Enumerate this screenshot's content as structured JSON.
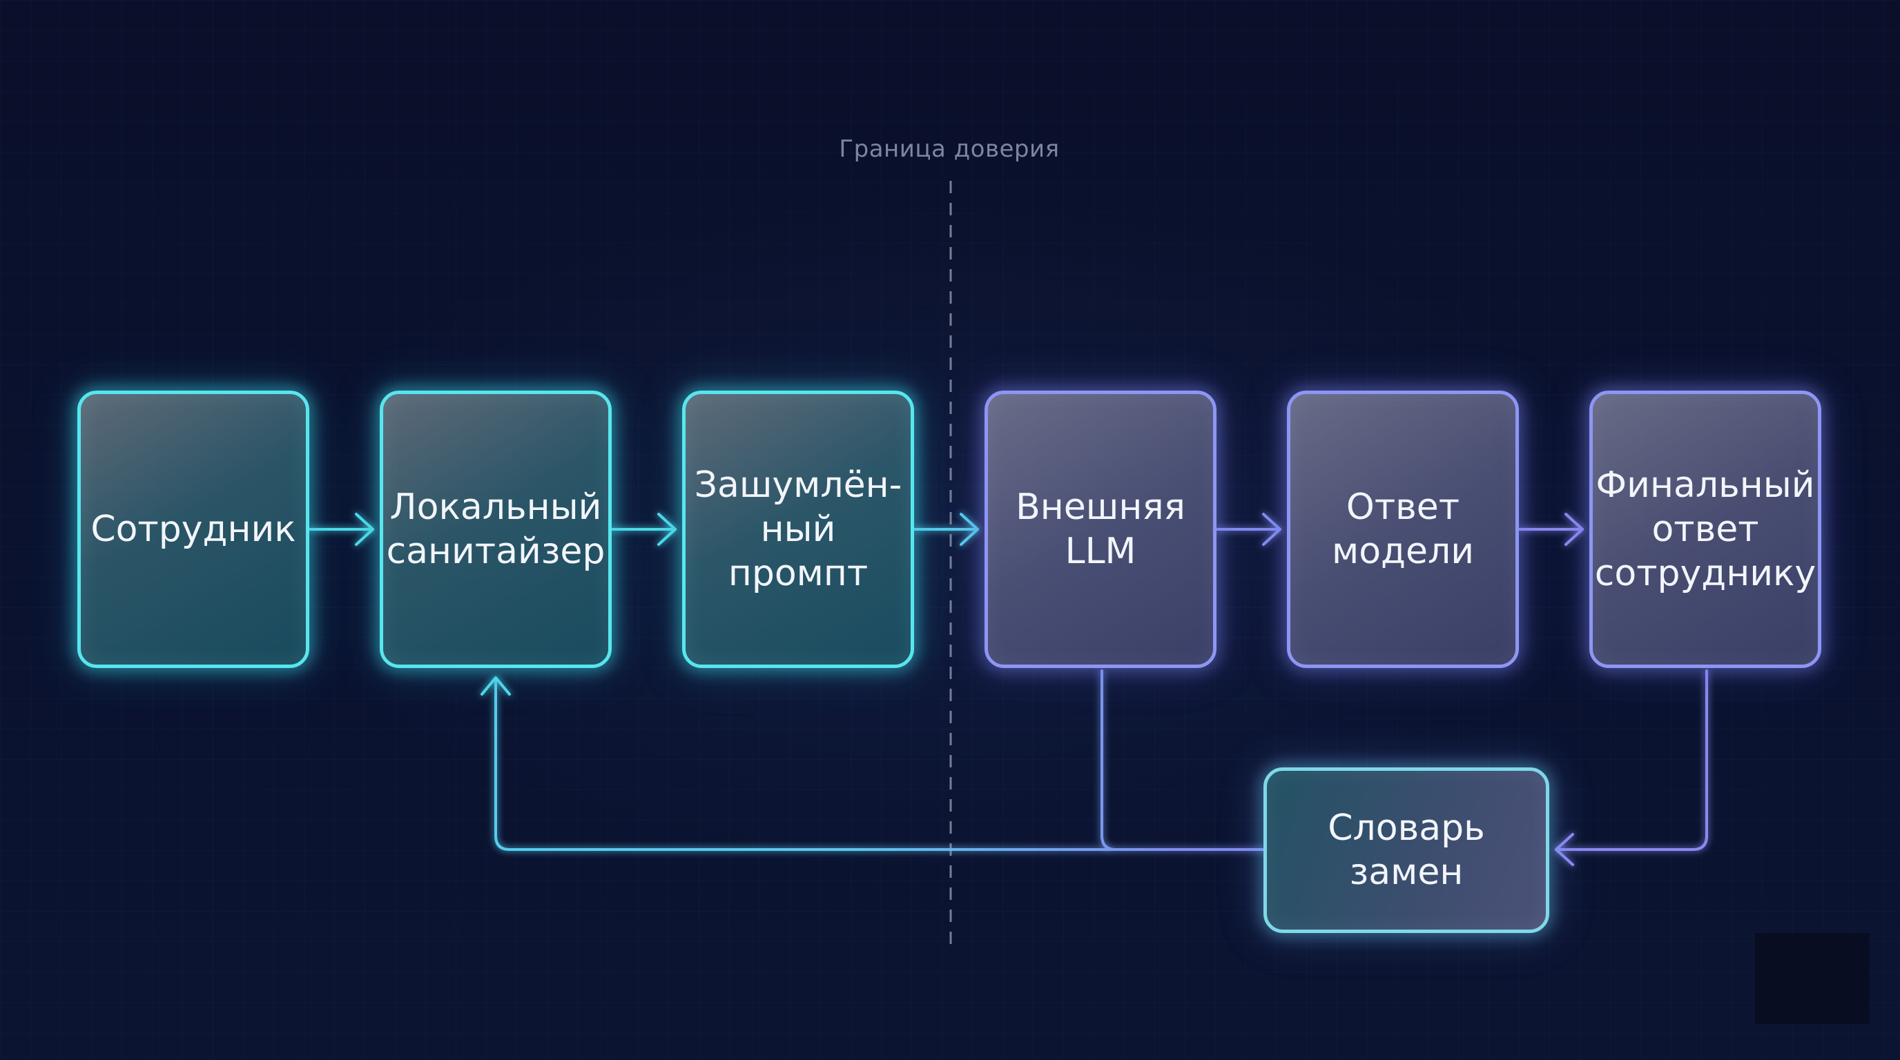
{
  "trust_boundary": {
    "label": "Граница доверия"
  },
  "nodes": {
    "employee": "Сотрудник",
    "sanitizer": "Локальный\nсанитайзер",
    "noised_prompt": "Зашумлён-\nный промпт",
    "external_llm": "Внешняя\nLLM",
    "model_answer": "Ответ\nмодели",
    "final_answer": "Финальный\nответ\nсотруднику",
    "dictionary": "Словарь\nзамен"
  },
  "colors": {
    "background": "#0a1028",
    "teal_accent": "#58e6ee",
    "purple_accent": "#8e96f4",
    "boundary_line": "#8a90a6",
    "label_gray": "#7d869d"
  }
}
